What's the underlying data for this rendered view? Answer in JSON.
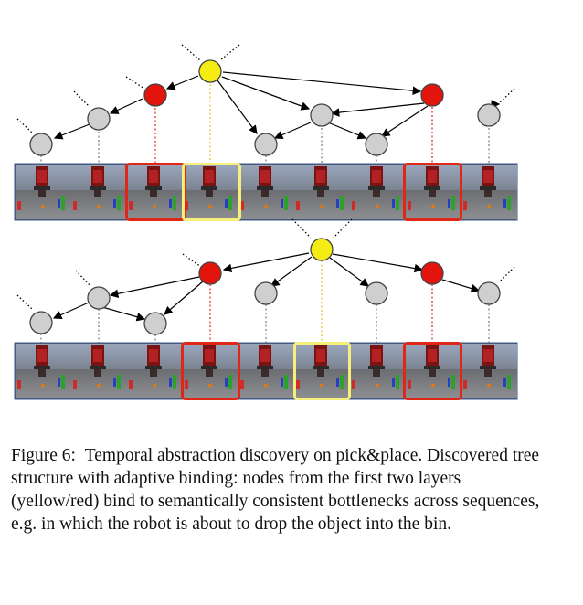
{
  "figure": {
    "caption_label": "Figure 6:",
    "caption_text": "Temporal abstraction discovery on pick&place. Discovered tree structure with adaptive binding: nodes from the first two layers (yellow/red) bind to semantically consistent bottlenecks across sequences, e.g. in which the robot is about to drop the object into the bin.",
    "colors": {
      "yellow_node": "#f4ec12",
      "red_node": "#e2140c",
      "gray_node": "#cfcfcf",
      "yellow_box": "#f6f07a",
      "red_box": "#e02616"
    },
    "panels": [
      {
        "name": "sequence-1",
        "frame_count": 9,
        "highlight": {
          "red_frames": [
            2,
            7
          ],
          "yellow_frame": 3
        }
      },
      {
        "name": "sequence-2",
        "frame_count": 9,
        "highlight": {
          "red_frames": [
            3,
            7
          ],
          "yellow_frame": 5
        }
      }
    ]
  }
}
